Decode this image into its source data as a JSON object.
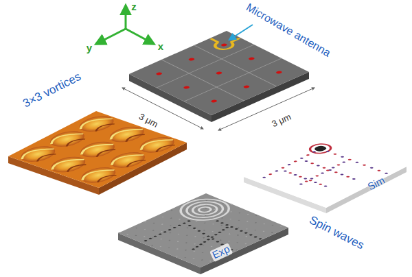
{
  "diagram": {
    "labels": [
      "z",
      "y",
      "x",
      "Microwave antenna",
      "3 μm",
      "3 μm",
      "3×3 vortices",
      "Sim",
      "Exp",
      "Spin waves"
    ]
  }
}
